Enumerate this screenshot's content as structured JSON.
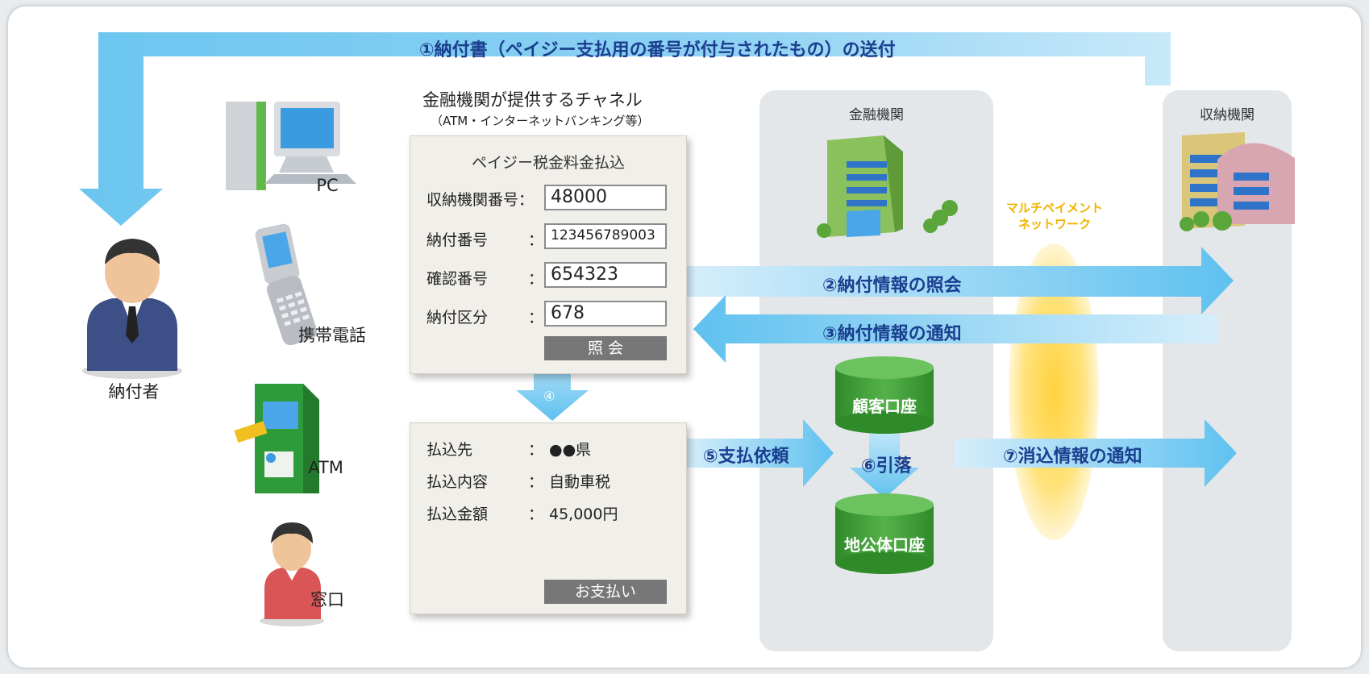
{
  "flow": {
    "step1": "①納付書（ペイジー支払用の番号が付与されたもの）の送付",
    "step2": "②納付情報の照会",
    "step3": "③納付情報の通知",
    "step4": "④",
    "step5": "⑤支払依頼",
    "step6": "⑥引落",
    "step7": "⑦消込情報の通知"
  },
  "payer": {
    "label": "納付者"
  },
  "devices": {
    "pc": "PC",
    "mobile": "携帯電話",
    "atm": "ATM",
    "counter": "窓口"
  },
  "channel": {
    "title": "金融機関が提供するチャネル",
    "subtitle": "（ATM・インターネットバンキング等）",
    "form_title": "ペイジー税金料金払込",
    "fields": [
      {
        "label": "収納機関番号：",
        "value": "48000"
      },
      {
        "label": "納付番号",
        "colon": "：",
        "value": "123456789003"
      },
      {
        "label": "確認番号",
        "colon": "：",
        "value": "654323"
      },
      {
        "label": "納付区分",
        "colon": "：",
        "value": "678"
      }
    ],
    "query_button": "照 会"
  },
  "payment": {
    "rows": [
      {
        "label": "払込先",
        "colon": "：",
        "value": "●●県"
      },
      {
        "label": "払込内容",
        "colon": "：",
        "value": "自動車税"
      },
      {
        "label": "払込金額",
        "colon": "：",
        "value": "45,000円"
      }
    ],
    "pay_button": "お支払い"
  },
  "bank": {
    "title": "金融機関",
    "customer_account": "顧客口座",
    "gov_account": "地公体口座"
  },
  "network": {
    "line1": "マルチペイメント",
    "line2": "ネットワーク"
  },
  "collector": {
    "title": "収納機関"
  },
  "colors": {
    "arrow": "#6cc6f0",
    "label": "#1b3f8f",
    "panel": "#e3e7ea",
    "cylinder": "#3d9a36"
  }
}
